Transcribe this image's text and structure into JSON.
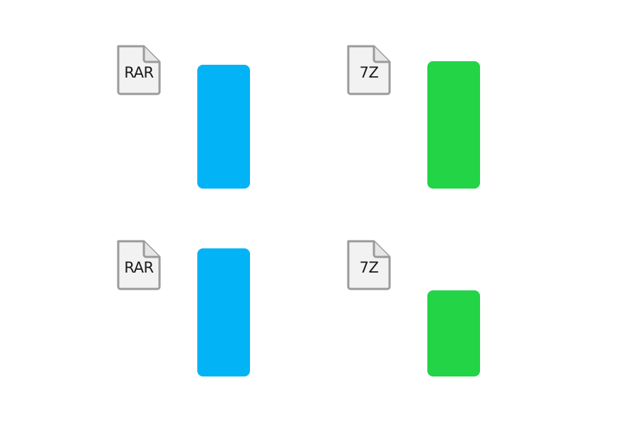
{
  "items": [
    {
      "label": "RAR",
      "level": 1.0,
      "color": "#02b4f6",
      "icon": "rar-file-icon"
    },
    {
      "label": "7Z",
      "level": 1.0,
      "color": "#22d446",
      "icon": "7z-file-icon"
    },
    {
      "label": "RAR",
      "level": 1.0,
      "color": "#02b4f6",
      "icon": "rar-file-icon"
    },
    {
      "label": "7Z",
      "level": 0.67,
      "color": "#22d446",
      "icon": "7z-file-icon"
    }
  ]
}
